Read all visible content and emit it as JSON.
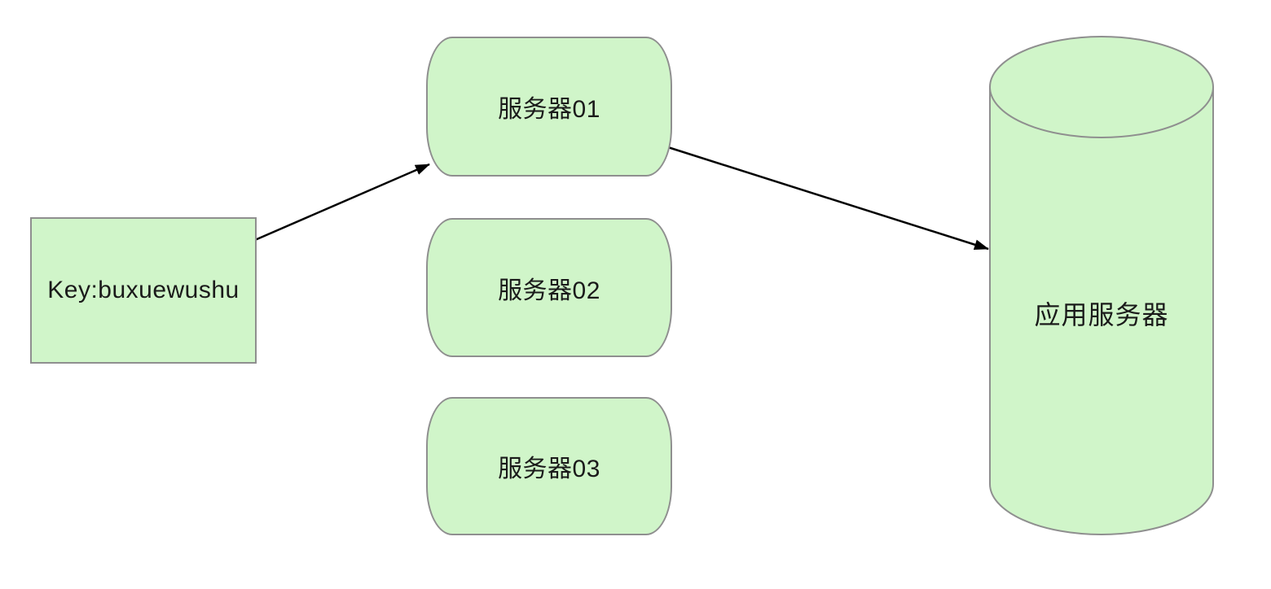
{
  "diagram": {
    "title": "key-to-servers-flow-diagram",
    "colors": {
      "background": "#ffffff",
      "node_fill": "#d0f5c9",
      "node_border": "#8f8f8f",
      "arrow": "#000000",
      "text": "#1a1a1a"
    },
    "nodes": {
      "key": {
        "label": "Key:buxuewushu",
        "shape": "rectangle"
      },
      "server01": {
        "label": "服务器01",
        "shape": "rounded-rectangle"
      },
      "server02": {
        "label": "服务器02",
        "shape": "rounded-rectangle"
      },
      "server03": {
        "label": "服务器03",
        "shape": "rounded-rectangle"
      },
      "app_server": {
        "label": "应用服务器",
        "shape": "cylinder"
      }
    },
    "edges": [
      {
        "from": "key",
        "to": "server01",
        "type": "arrow"
      },
      {
        "from": "server01",
        "to": "app_server",
        "type": "arrow"
      }
    ]
  }
}
